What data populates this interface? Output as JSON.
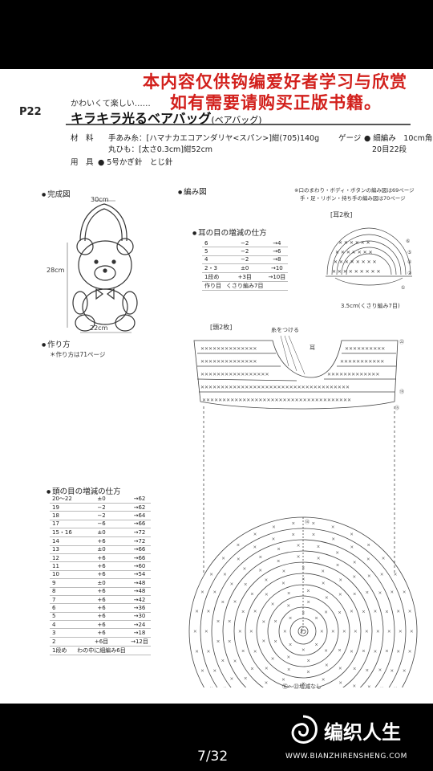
{
  "watermark": {
    "line1": "本内容仅供钩编爱好者学习与欣赏",
    "line2": "如有需要请购买正版书籍。"
  },
  "header": {
    "page_number": "P22",
    "subtitle": "かわいくて楽しい……",
    "title": "キラキラ光るベアバッグ",
    "title_paren": "(ベアバッグ)"
  },
  "materials": {
    "label": "材　料",
    "yarn": "手あみ糸：[ハマナカエコアンダリヤ<スパン>]紺(705)140g",
    "cord": "丸ひも：[太さ0.3cm]紺52cm",
    "gauge_label": "ゲージ",
    "gauge_1": "● 細編み　10cm角",
    "gauge_2": "20目22段",
    "tools_label": "用　具",
    "tools": "● 5号かぎ針　とじ針"
  },
  "sections": {
    "finished": "完成図",
    "chart": "編み図",
    "chart_note_1": "※口のまわり・ボディ・ボタンの編み図は69ページ",
    "chart_note_2": "手・足・リボン・持ち手の編み図は70ページ",
    "how_to": "作り方",
    "how_to_note": "＊作り方は71ページ",
    "ear_table_title": "耳の目の増減の仕方",
    "head_table_title": "頭の目の増減の仕方",
    "ear_label": "[耳2枚]",
    "head_label": "[頭2枚]",
    "attach_thread": "糸をつける",
    "ear_mark": "耳",
    "ear_dim": "3.5cm(くさり編み7目)",
    "head_rows_note": "⑮〜㉒増減なし",
    "head_center": "わ"
  },
  "bear": {
    "width": "22cm",
    "height": "28cm",
    "handle": "30cm"
  },
  "ear_table": {
    "rows": [
      [
        "6",
        "−2",
        "→4"
      ],
      [
        "5",
        "−2",
        "→6"
      ],
      [
        "4",
        "−2",
        "→8"
      ],
      [
        "2・3",
        "±0",
        "→10"
      ],
      [
        "1段め",
        "+3目",
        "→10目"
      ],
      [
        "作り目",
        "くさり編み7目",
        ""
      ]
    ]
  },
  "head_table": {
    "rows": [
      [
        "20〜22",
        "±0",
        "→62"
      ],
      [
        "19",
        "−2",
        "→62"
      ],
      [
        "18",
        "−2",
        "→64"
      ],
      [
        "17",
        "−6",
        "→66"
      ],
      [
        "15・16",
        "±0",
        "→72"
      ],
      [
        "14",
        "+6",
        "→72"
      ],
      [
        "13",
        "±0",
        "→66"
      ],
      [
        "12",
        "+6",
        "→66"
      ],
      [
        "11",
        "+6",
        "→60"
      ],
      [
        "10",
        "+6",
        "→54"
      ],
      [
        "9",
        "±0",
        "→48"
      ],
      [
        "8",
        "+6",
        "→48"
      ],
      [
        "7",
        "+6",
        "→42"
      ],
      [
        "6",
        "+6",
        "→36"
      ],
      [
        "5",
        "+6",
        "→30"
      ],
      [
        "4",
        "+6",
        "→24"
      ],
      [
        "3",
        "+6",
        "→18"
      ],
      [
        "2",
        "+6目",
        "→12目"
      ],
      [
        "1段め",
        "わの中に細編み6目",
        ""
      ]
    ]
  },
  "footer": {
    "pager": "7/32",
    "logo": "编织人生",
    "url": "WWW.BIANZHIRENSHENG.COM"
  },
  "colors": {
    "watermark": "#d2201c",
    "ink": "#222222",
    "background": "#ffffff"
  }
}
